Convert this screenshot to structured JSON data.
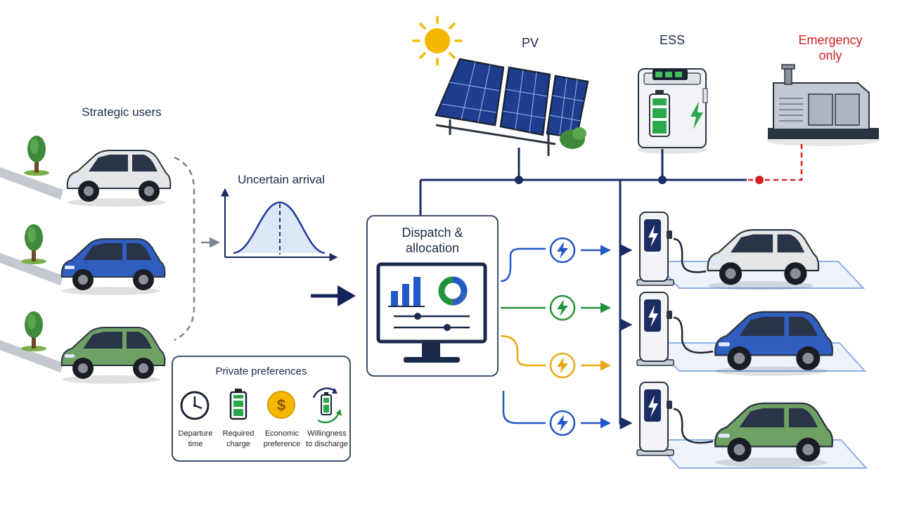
{
  "labels": {
    "strategic_users": "Strategic users",
    "uncertain_arrival": "Uncertain arrival",
    "dispatch": "Dispatch &\nallocation",
    "pv": "PV",
    "ess": "ESS",
    "emergency": "Emergency\nonly",
    "private_preferences": "Private preferences"
  },
  "preferences": [
    {
      "label": "Departure\ntime",
      "icon": "clock-icon"
    },
    {
      "label": "Required\ncharge",
      "icon": "battery-icon"
    },
    {
      "label": "Economic\npreference",
      "icon": "dollar-coin-icon"
    },
    {
      "label": "Willingness\nto discharge",
      "icon": "battery-cycle-icon"
    }
  ],
  "user_cars": [
    {
      "color": "#e4e6e8"
    },
    {
      "color": "#2f5ec0"
    },
    {
      "color": "#6fa064"
    }
  ],
  "charging_lanes": [
    {
      "color": "#2358c8"
    },
    {
      "color": "#22933a"
    },
    {
      "color": "#e8a812"
    },
    {
      "color": "#2358c8"
    }
  ],
  "station_cars": [
    {
      "color": "#e4e6e8"
    },
    {
      "color": "#2f5ec0"
    },
    {
      "color": "#6fa064"
    }
  ],
  "colors": {
    "navy": "#14245a",
    "bus": "#1b2c64",
    "emergency": "#d42020",
    "sun": "#f5b800",
    "panel": "#1e3d8f"
  }
}
